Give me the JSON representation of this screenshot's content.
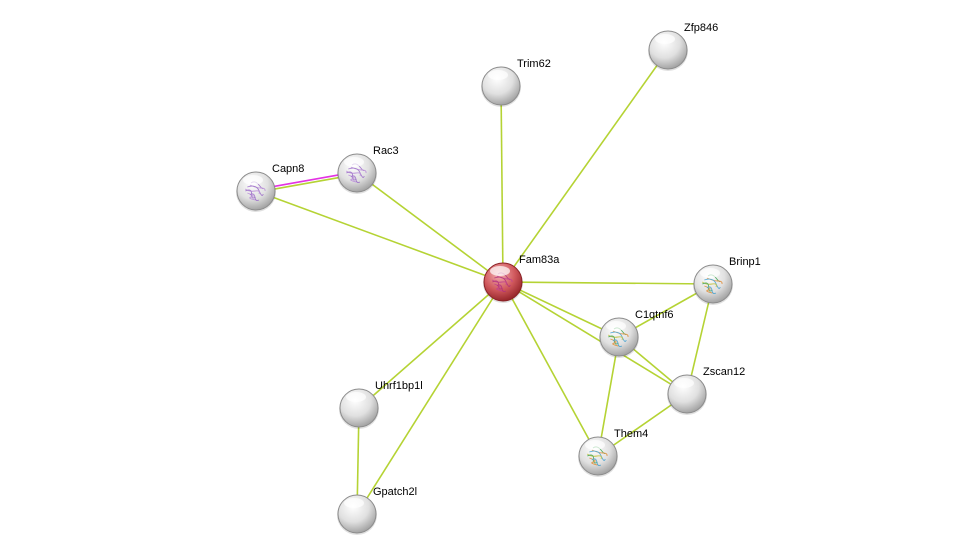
{
  "network": {
    "nodes": [
      {
        "id": "Fam83a",
        "label": "Fam83a",
        "query": true,
        "structure": "magenta"
      },
      {
        "id": "Trim62",
        "label": "Trim62",
        "structure": null
      },
      {
        "id": "Zfp846",
        "label": "Zfp846",
        "structure": null
      },
      {
        "id": "Rac3",
        "label": "Rac3",
        "structure": "purple"
      },
      {
        "id": "Capn8",
        "label": "Capn8",
        "structure": "purple"
      },
      {
        "id": "Brinp1",
        "label": "Brinp1",
        "structure": "rainbow"
      },
      {
        "id": "C1qtnf6",
        "label": "C1qtnf6",
        "structure": "rainbow"
      },
      {
        "id": "Zscan12",
        "label": "Zscan12",
        "structure": null
      },
      {
        "id": "Them4",
        "label": "Them4",
        "structure": "rainbow"
      },
      {
        "id": "Uhrf1bp1l",
        "label": "Uhrf1bp1l",
        "structure": null
      },
      {
        "id": "Gpatch2l",
        "label": "Gpatch2l",
        "structure": null
      }
    ],
    "edges": [
      {
        "from": "Fam83a",
        "to": "Trim62",
        "types": [
          "textmining"
        ]
      },
      {
        "from": "Fam83a",
        "to": "Zfp846",
        "types": [
          "textmining"
        ]
      },
      {
        "from": "Fam83a",
        "to": "Rac3",
        "types": [
          "textmining"
        ]
      },
      {
        "from": "Fam83a",
        "to": "Capn8",
        "types": [
          "textmining"
        ]
      },
      {
        "from": "Fam83a",
        "to": "Brinp1",
        "types": [
          "textmining"
        ]
      },
      {
        "from": "Fam83a",
        "to": "C1qtnf6",
        "types": [
          "textmining"
        ]
      },
      {
        "from": "Fam83a",
        "to": "Zscan12",
        "types": [
          "textmining"
        ]
      },
      {
        "from": "Fam83a",
        "to": "Them4",
        "types": [
          "textmining"
        ]
      },
      {
        "from": "Fam83a",
        "to": "Uhrf1bp1l",
        "types": [
          "textmining"
        ]
      },
      {
        "from": "Fam83a",
        "to": "Gpatch2l",
        "types": [
          "textmining"
        ]
      },
      {
        "from": "Capn8",
        "to": "Rac3",
        "types": [
          "experiments",
          "textmining"
        ]
      },
      {
        "from": "Brinp1",
        "to": "C1qtnf6",
        "types": [
          "textmining"
        ]
      },
      {
        "from": "Brinp1",
        "to": "Zscan12",
        "types": [
          "textmining"
        ]
      },
      {
        "from": "C1qtnf6",
        "to": "Zscan12",
        "types": [
          "textmining"
        ]
      },
      {
        "from": "C1qtnf6",
        "to": "Them4",
        "types": [
          "textmining"
        ]
      },
      {
        "from": "Them4",
        "to": "Zscan12",
        "types": [
          "textmining"
        ]
      },
      {
        "from": "Uhrf1bp1l",
        "to": "Gpatch2l",
        "types": [
          "textmining"
        ]
      }
    ],
    "colors": {
      "textmining": "#b5d334",
      "experiments": "#e332e3",
      "query_node": "#d0585c",
      "node": "#dcdcdc"
    }
  }
}
